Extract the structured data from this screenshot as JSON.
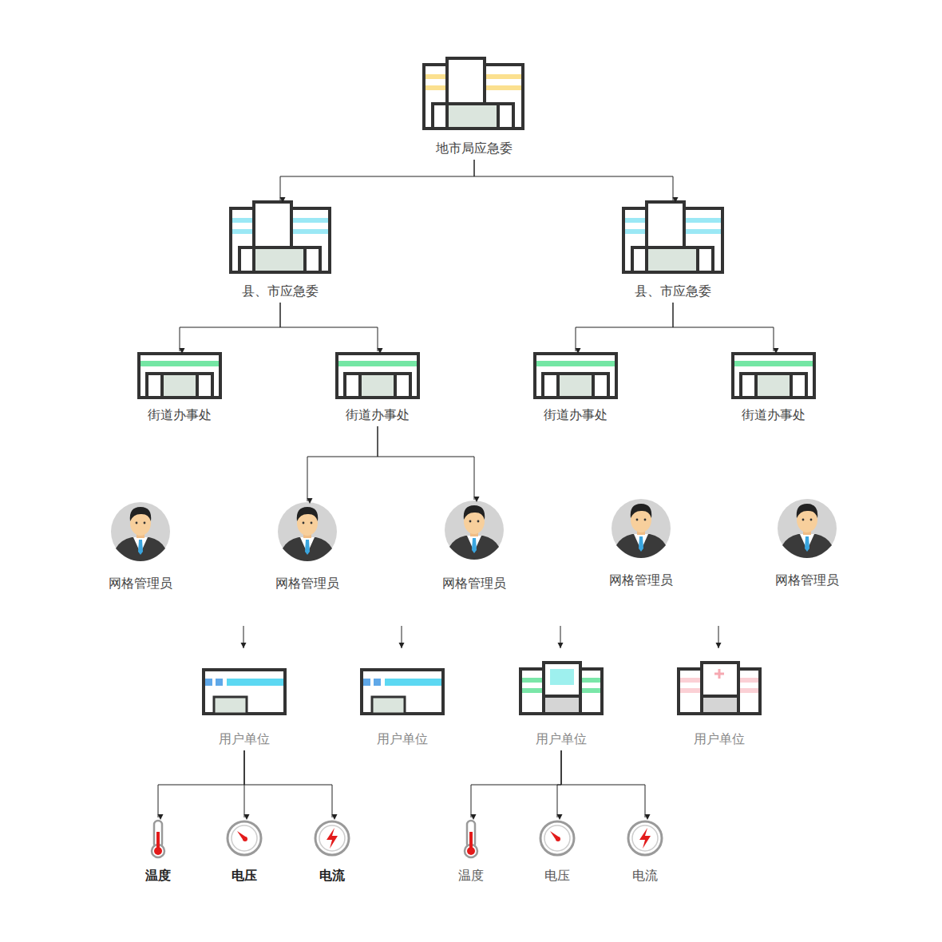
{
  "diagram": {
    "nodes": [
      {
        "text": [
          "地市局应急委"
        ]
      },
      {
        "text": [
          "县、市应急委"
        ]
      },
      {
        "text": [
          "县、市应急委"
        ]
      },
      {
        "text": [
          "街道办事处"
        ]
      },
      {
        "text": [
          "街道办事处"
        ]
      },
      {
        "text": [
          "街道办事处"
        ]
      },
      {
        "text": [
          "街道办事处"
        ]
      },
      {
        "text": [
          "网格管理员"
        ]
      },
      {
        "text": [
          "网格管理员"
        ]
      },
      {
        "text": [
          "网格管理员"
        ]
      },
      {
        "text": [
          "网格管理员"
        ]
      },
      {
        "text": [
          "网格管理员"
        ]
      },
      {
        "text": [
          "用户单位"
        ]
      },
      {
        "text": [
          "用户单位"
        ]
      },
      {
        "text": [
          "用户单位"
        ]
      },
      {
        "text": [
          "用户单位"
        ]
      },
      {
        "text": [
          "温度"
        ]
      },
      {
        "text": [
          "电压"
        ]
      },
      {
        "text": [
          "电流"
        ]
      },
      {
        "text": [
          "温度"
        ]
      },
      {
        "text": [
          "电压"
        ]
      },
      {
        "text": [
          "电流"
        ]
      }
    ],
    "edges": [
      {
        "from": 0,
        "to": 1,
        "arrow": "to"
      },
      {
        "from": 0,
        "to": 2,
        "arrow": "to"
      },
      {
        "from": 1,
        "to": 3,
        "arrow": "to"
      },
      {
        "from": 1,
        "to": 4,
        "arrow": "to"
      },
      {
        "from": 2,
        "to": 5,
        "arrow": "to"
      },
      {
        "from": 2,
        "to": 6,
        "arrow": "to"
      },
      {
        "from": 4,
        "to": 8,
        "arrow": "to"
      },
      {
        "from": 4,
        "to": 9,
        "arrow": "to"
      },
      {
        "from": 12,
        "to": 16,
        "arrow": "to"
      },
      {
        "from": 12,
        "to": 17,
        "arrow": "to"
      },
      {
        "from": 12,
        "to": 18,
        "arrow": "to"
      },
      {
        "from": 14,
        "to": 19,
        "arrow": "to"
      },
      {
        "from": 14,
        "to": 20,
        "arrow": "to"
      },
      {
        "from": 14,
        "to": 21,
        "arrow": "to"
      }
    ]
  }
}
